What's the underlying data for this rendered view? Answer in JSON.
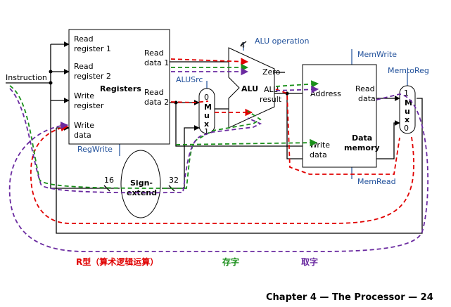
{
  "colors": {
    "red_path": "#e00000",
    "green_path": "#1a8f1a",
    "purple_path": "#6a2aa0",
    "control": "#1f4f9a"
  },
  "instruction": "Instruction",
  "registers": {
    "title": "Registers",
    "read_register_1": [
      "Read",
      "register 1"
    ],
    "read_register_2": [
      "Read",
      "register 2"
    ],
    "write_register": [
      "Write",
      "register"
    ],
    "write_data": [
      "Write",
      "data"
    ],
    "read_data_1": [
      "Read",
      "data 1"
    ],
    "read_data_2": [
      "Read",
      "data 2"
    ]
  },
  "control": {
    "reg_write": "RegWrite",
    "alu_src": "ALUSrc",
    "alu_operation": "ALU operation",
    "alu_op_width": "4",
    "mem_write": "MemWrite",
    "mem_read": "MemRead",
    "mem_to_reg": "MemtoReg"
  },
  "mux_alu": {
    "sel0": "0",
    "sel1": "1",
    "label": [
      "M",
      "u",
      "x"
    ]
  },
  "mux_mem": {
    "sel1": "1",
    "sel0": "0",
    "label": [
      "M",
      "u",
      "x"
    ]
  },
  "alu": {
    "title": "ALU",
    "zero": "Zero",
    "result": [
      "ALU",
      "result"
    ]
  },
  "data_memory": {
    "title": [
      "Data",
      "memory"
    ],
    "address": "Address",
    "read_data": [
      "Read",
      "data"
    ],
    "write_data": [
      "Write",
      "data"
    ]
  },
  "sign_extend": {
    "label": [
      "Sign-",
      "extend"
    ],
    "in_width": "16",
    "out_width": "32"
  },
  "legend": {
    "r_type": "R型（算术逻辑运算）",
    "store": "存字",
    "load": "取字"
  },
  "footer": "Chapter 4 — The Processor — 24"
}
